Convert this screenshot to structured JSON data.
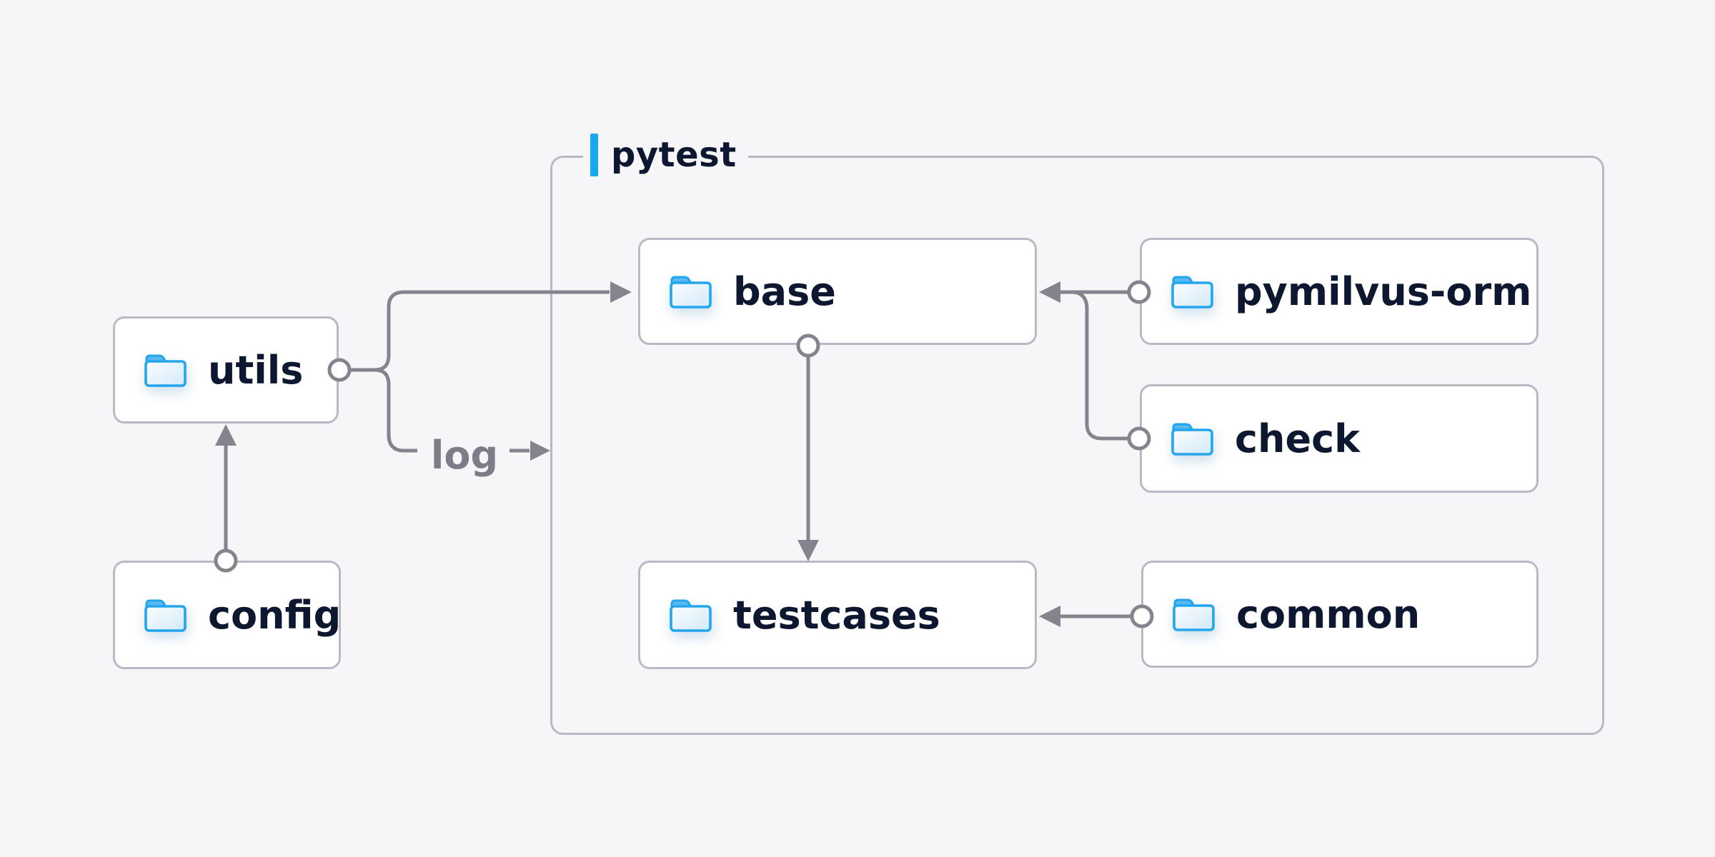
{
  "diagram": {
    "group": {
      "label": "pytest"
    },
    "nodes": {
      "utils": {
        "label": "utils"
      },
      "config": {
        "label": "config"
      },
      "base": {
        "label": "base"
      },
      "pymilvus_orm": {
        "label": "pymilvus-orm"
      },
      "check": {
        "label": "check"
      },
      "testcases": {
        "label": "testcases"
      },
      "common": {
        "label": "common"
      }
    },
    "edge_labels": {
      "log": "log"
    },
    "edges": [
      {
        "from": "config",
        "to": "utils"
      },
      {
        "from": "utils",
        "to": "base"
      },
      {
        "from": "utils",
        "to": "pytest-group",
        "label": "log"
      },
      {
        "from": "pymilvus-orm",
        "to": "base"
      },
      {
        "from": "check",
        "to": "base"
      },
      {
        "from": "base",
        "to": "testcases"
      },
      {
        "from": "common",
        "to": "testcases"
      }
    ],
    "colors": {
      "background": "#f6f6f8",
      "node_background": "#ffffff",
      "node_border": "#b9b9c4",
      "group_border": "#b9b9c6",
      "connector": "#84848e",
      "text": "#0d1830",
      "muted_text": "#7d7d89",
      "accent_blue": "#18a8f0",
      "folder_stroke": "#22a5ec",
      "folder_tab": "#58b9f0",
      "folder_fill_light": "#fafdff",
      "folder_fill_dark": "#d3e9f8"
    }
  }
}
